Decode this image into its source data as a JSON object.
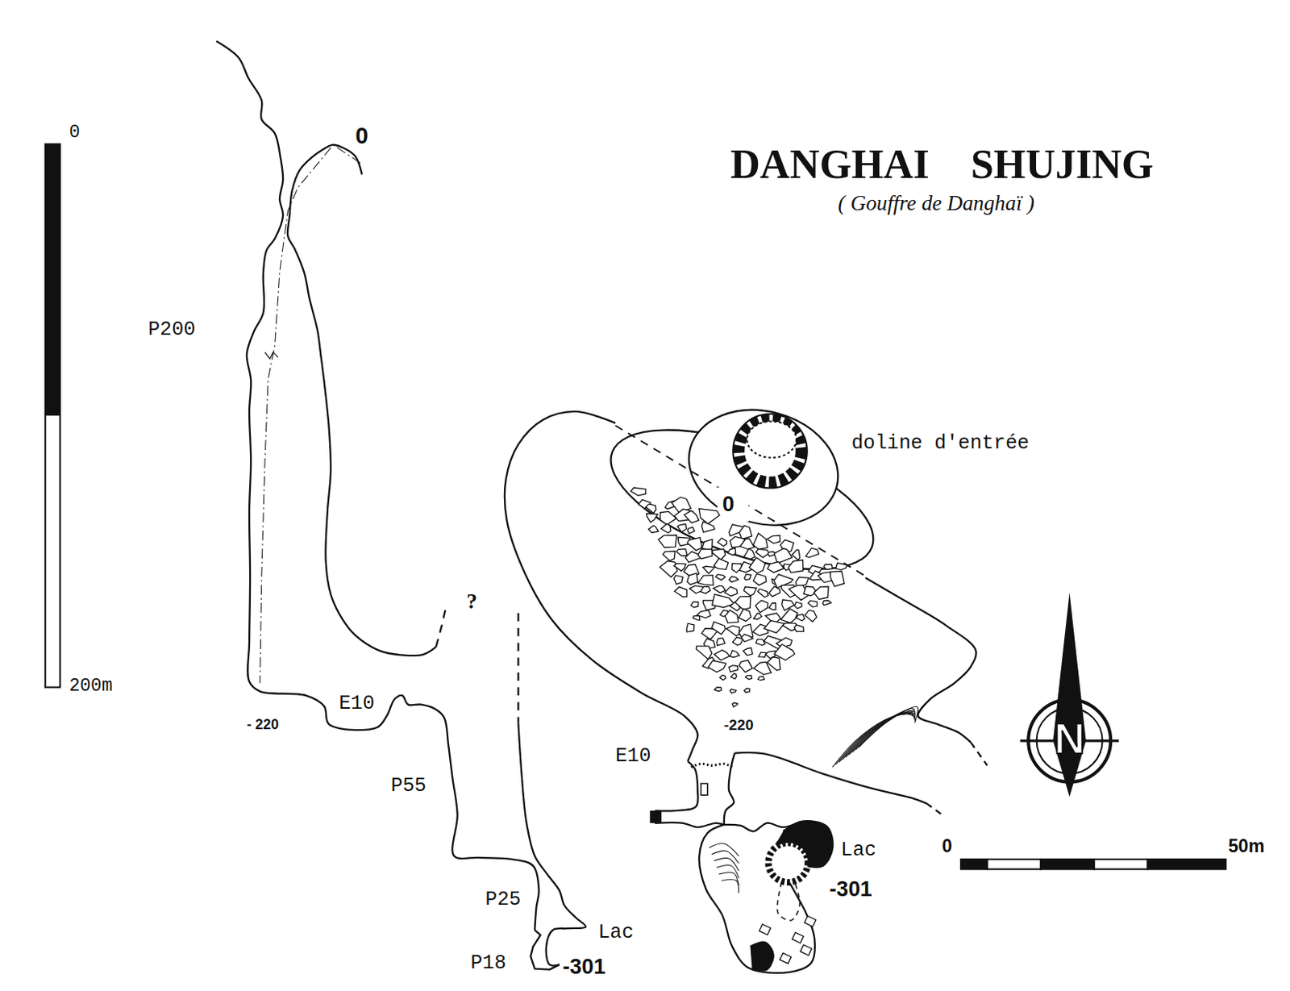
{
  "diagram": {
    "title": "DANGHAI SHUJING",
    "labels": [
      "0",
      "200m",
      "0",
      "P200",
      "- 220",
      "E10",
      "P55",
      "?",
      "P25",
      "Lac",
      "P18",
      "-301",
      "doline d'entrée",
      "0",
      "-220",
      "E10",
      "Lac",
      "-301",
      "0",
      "50m",
      "N",
      "( Gouffre de Danghaï )"
    ]
  }
}
